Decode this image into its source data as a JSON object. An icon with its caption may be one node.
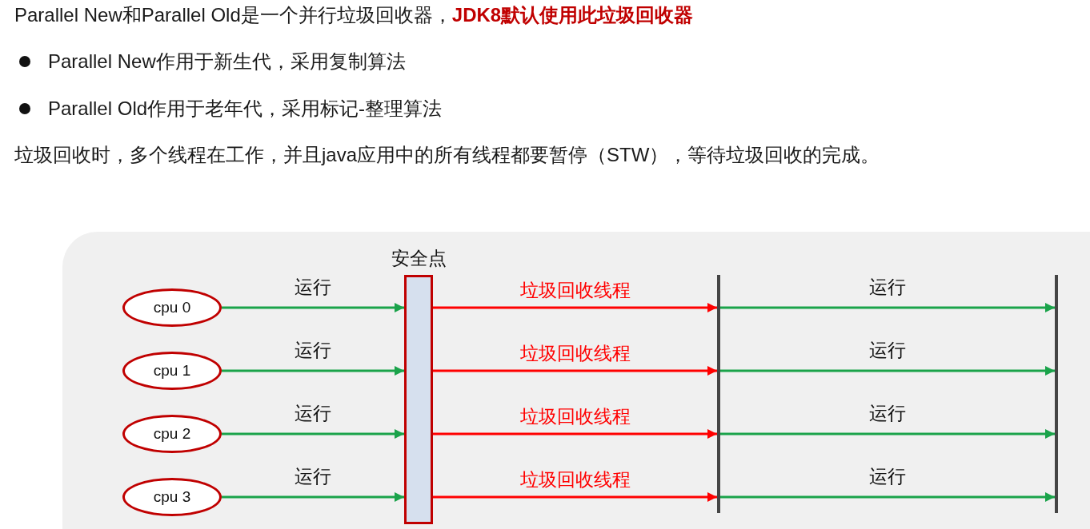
{
  "diagram": {
    "nodes": [
      {
        "text": [
          "cpu 0"
        ]
      },
      {
        "text": [
          "cpu 1"
        ]
      },
      {
        "text": [
          "cpu 2"
        ]
      },
      {
        "text": [
          "cpu 3"
        ]
      },
      {
        "text": [
          "安全点"
        ]
      },
      {
        "text": [],
        "shape": "bar"
      },
      {
        "text": [],
        "shape": "bar"
      }
    ],
    "edges": [
      {
        "from": 0,
        "to": 4,
        "arrow": "to",
        "label": "运行"
      },
      {
        "from": 1,
        "to": 4,
        "arrow": "to",
        "label": "运行"
      },
      {
        "from": 2,
        "to": 4,
        "arrow": "to",
        "label": "运行"
      },
      {
        "from": 3,
        "to": 4,
        "arrow": "to",
        "label": "运行"
      },
      {
        "from": 4,
        "to": 5,
        "arrow": "to",
        "label": "垃圾回收线程",
        "color": "#ff0000"
      },
      {
        "from": 4,
        "to": 5,
        "arrow": "to",
        "label": "垃圾回收线程",
        "color": "#ff0000"
      },
      {
        "from": 4,
        "to": 5,
        "arrow": "to",
        "label": "垃圾回收线程",
        "color": "#ff0000"
      },
      {
        "from": 4,
        "to": 5,
        "arrow": "to",
        "label": "垃圾回收线程",
        "color": "#ff0000"
      },
      {
        "from": 5,
        "to": 6,
        "arrow": "to",
        "label": "运行"
      },
      {
        "from": 5,
        "to": 6,
        "arrow": "to",
        "label": "运行"
      },
      {
        "from": 5,
        "to": 6,
        "arrow": "to",
        "label": "运行"
      },
      {
        "from": 5,
        "to": 6,
        "arrow": "to",
        "label": "运行"
      }
    ],
    "labels": [
      "Parallel New和Parallel Old是一个并行垃圾回收器，**JDK8默认使用此垃圾回收器**",
      "Parallel New作用于新生代，采用复制算法",
      "Parallel Old作用于老年代，采用标记-整理算法",
      "垃圾回收时，多个线程在工作，并且java应用中的所有线程都要暂停（STW），等待垃圾回收的完成。"
    ]
  }
}
